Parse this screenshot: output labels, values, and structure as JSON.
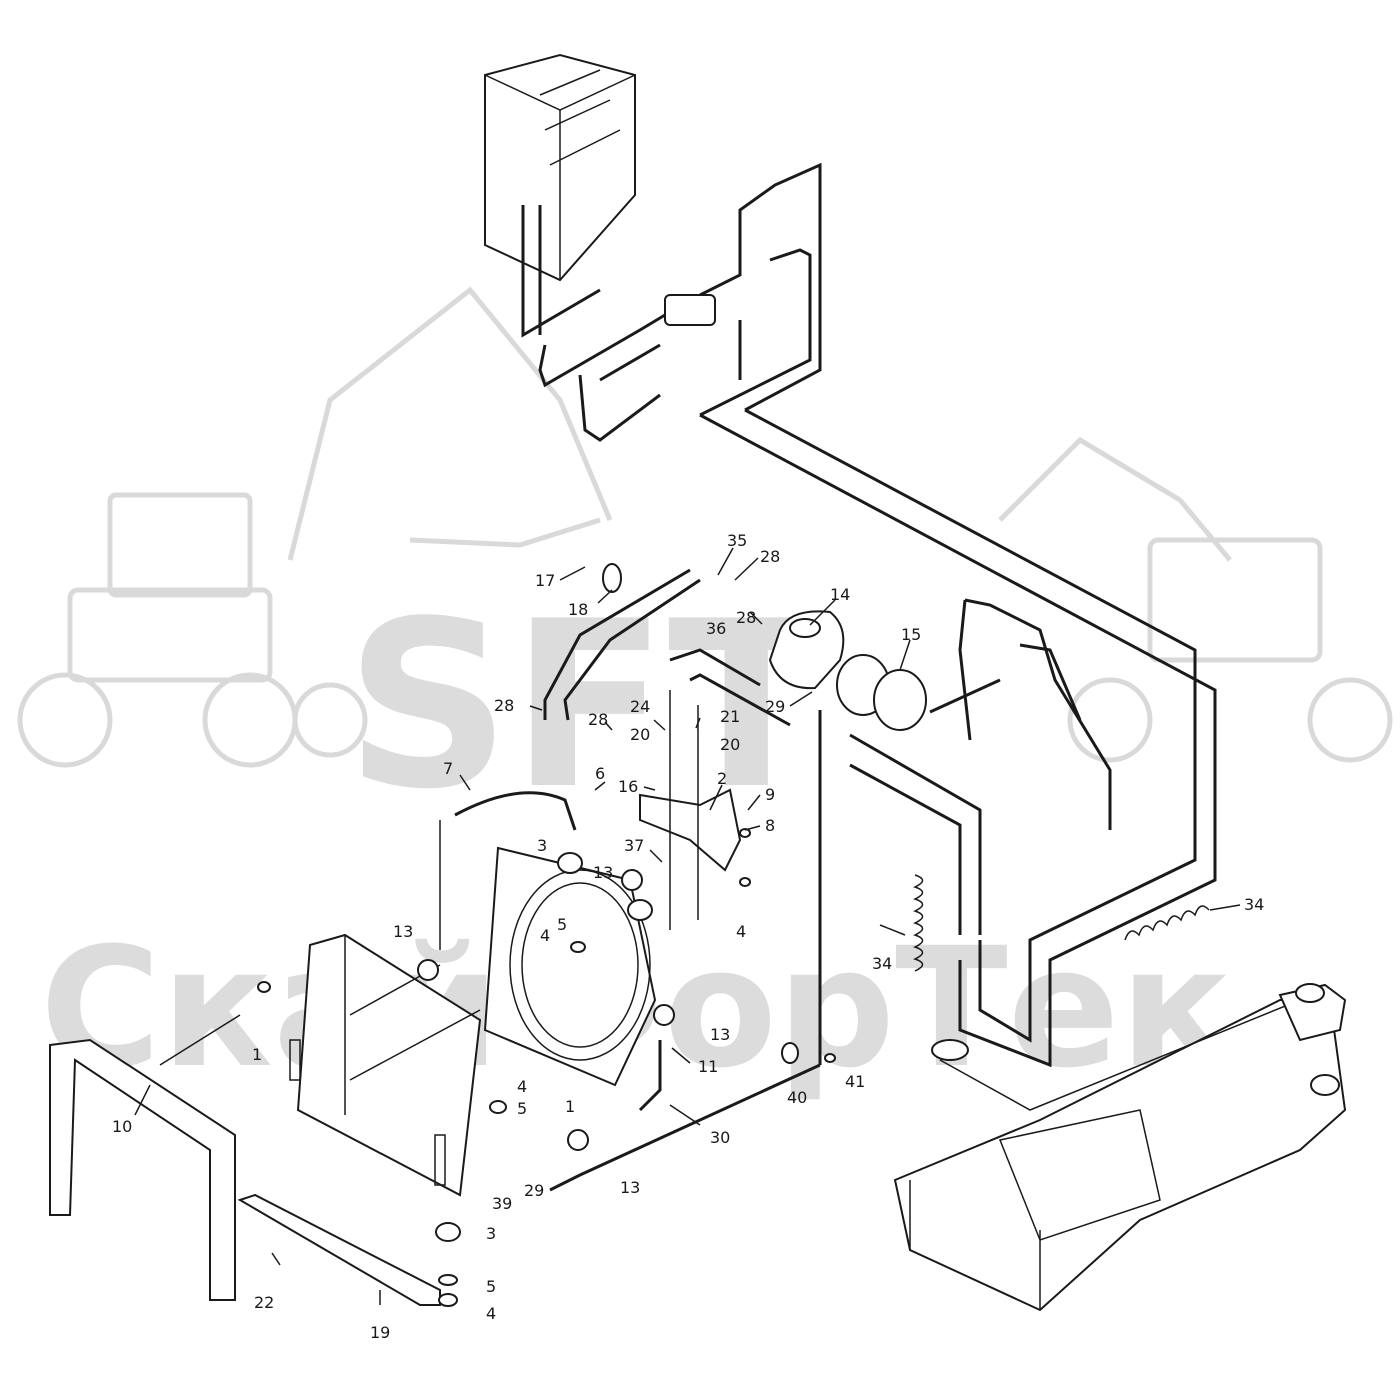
{
  "watermark": {
    "logo_text": "SFT",
    "brand_text": "СкайФорТек",
    "color": "#dcdcdc"
  },
  "callouts": [
    {
      "text": "1"
    },
    {
      "text": "1"
    },
    {
      "text": "2"
    },
    {
      "text": "3"
    },
    {
      "text": "3"
    },
    {
      "text": "4"
    },
    {
      "text": "4"
    },
    {
      "text": "4"
    },
    {
      "text": "4"
    },
    {
      "text": "5"
    },
    {
      "text": "5"
    },
    {
      "text": "5"
    },
    {
      "text": "6"
    },
    {
      "text": "7"
    },
    {
      "text": "8"
    },
    {
      "text": "9"
    },
    {
      "text": "10"
    },
    {
      "text": "11"
    },
    {
      "text": "13"
    },
    {
      "text": "13"
    },
    {
      "text": "13"
    },
    {
      "text": "13"
    },
    {
      "text": "14"
    },
    {
      "text": "15"
    },
    {
      "text": "16"
    },
    {
      "text": "17"
    },
    {
      "text": "18"
    },
    {
      "text": "19"
    },
    {
      "text": "20"
    },
    {
      "text": "20"
    },
    {
      "text": "21"
    },
    {
      "text": "22"
    },
    {
      "text": "24"
    },
    {
      "text": "28"
    },
    {
      "text": "28"
    },
    {
      "text": "28"
    },
    {
      "text": "28"
    },
    {
      "text": "29"
    },
    {
      "text": "29"
    },
    {
      "text": "30"
    },
    {
      "text": "34"
    },
    {
      "text": "34"
    },
    {
      "text": "35"
    },
    {
      "text": "36"
    },
    {
      "text": "37"
    },
    {
      "text": "39"
    },
    {
      "text": "40"
    },
    {
      "text": "41"
    }
  ]
}
